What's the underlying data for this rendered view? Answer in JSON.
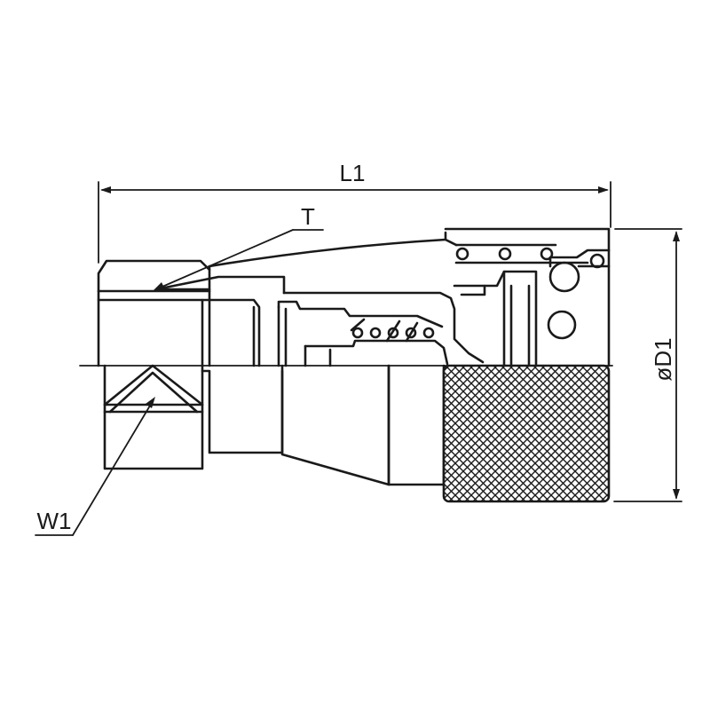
{
  "labels": {
    "length": "L1",
    "thread": "T",
    "diameter": "øD1",
    "width": "W1"
  },
  "colors": {
    "ink": "#1a1a1a",
    "background": "#ffffff"
  }
}
